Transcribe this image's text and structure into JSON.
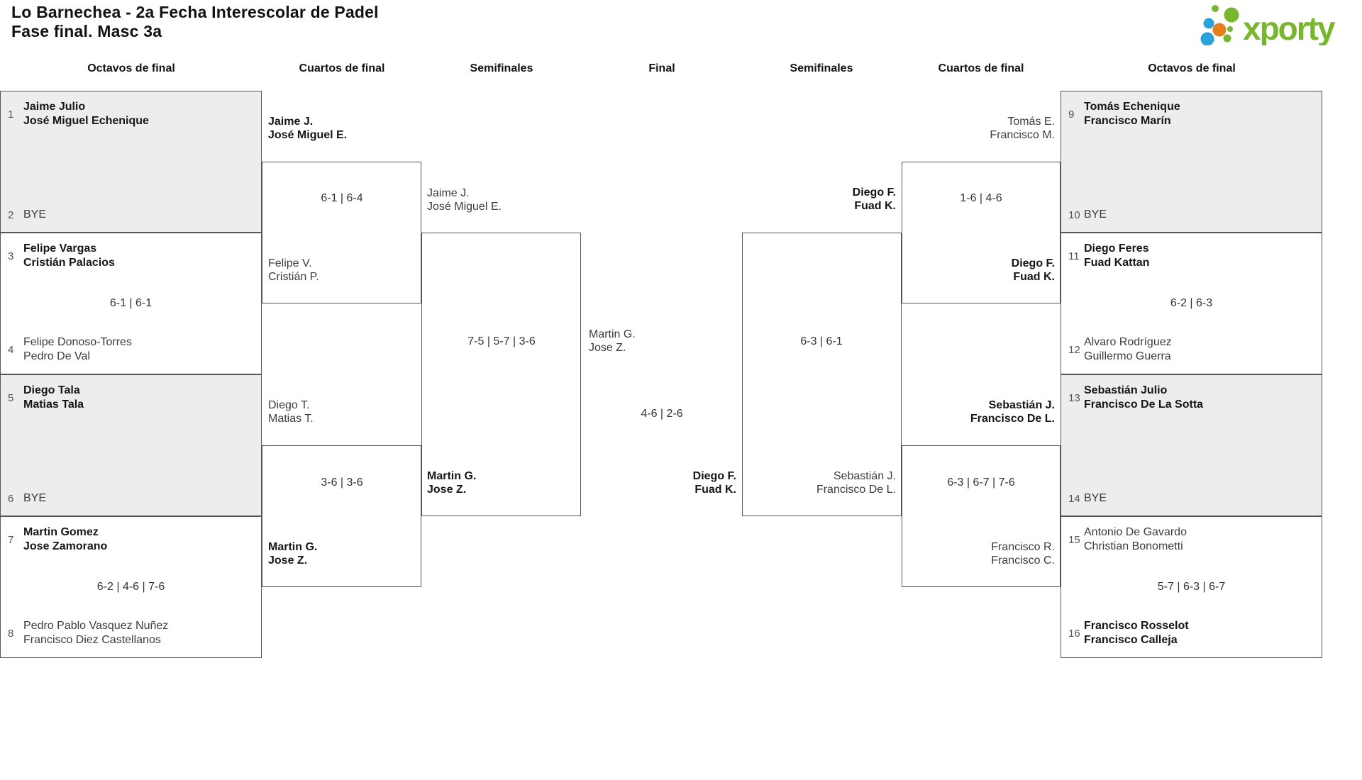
{
  "title": {
    "line1": "Lo Barnechea - 2a Fecha Interescolar de Padel",
    "line2": "Fase final. Masc 3a"
  },
  "logo": {
    "brand": "xporty",
    "colors": {
      "green": "#76b82a",
      "blue": "#29a3dc",
      "orange": "#e87e1b"
    }
  },
  "bracket": {
    "round_labels": [
      "Octavos de final",
      "Cuartos de final",
      "Semifinales",
      "Final",
      "Semifinales",
      "Cuartos de final",
      "Octavos de final"
    ],
    "first_round_left": [
      {
        "seed_top": "1",
        "team_top": [
          "Jaime Julio",
          "José Miguel Echenique"
        ],
        "weight_top": "bold",
        "seed_bottom": "2",
        "team_bottom": [
          "BYE"
        ],
        "weight_bottom": "normal",
        "score": ""
      },
      {
        "seed_top": "3",
        "team_top": [
          "Felipe Vargas",
          "Cristián Palacios"
        ],
        "weight_top": "bold",
        "seed_bottom": "4",
        "team_bottom": [
          "Felipe Donoso-Torres",
          "Pedro De Val"
        ],
        "weight_bottom": "normal",
        "score": "6-1 | 6-1"
      },
      {
        "seed_top": "5",
        "team_top": [
          "Diego Tala",
          "Matias Tala"
        ],
        "weight_top": "bold",
        "seed_bottom": "6",
        "team_bottom": [
          "BYE"
        ],
        "weight_bottom": "normal",
        "score": ""
      },
      {
        "seed_top": "7",
        "team_top": [
          "Martin Gomez",
          "Jose Zamorano"
        ],
        "weight_top": "bold",
        "seed_bottom": "8",
        "team_bottom": [
          "Pedro Pablo Vasquez Nuñez",
          "Francisco Diez Castellanos"
        ],
        "weight_bottom": "normal",
        "score": "6-2 | 4-6 | 7-6"
      }
    ],
    "first_round_right": [
      {
        "seed_top": "9",
        "team_top": [
          "Tomás Echenique",
          "Francisco Marín"
        ],
        "weight_top": "bold",
        "seed_bottom": "10",
        "team_bottom": [
          "BYE"
        ],
        "weight_bottom": "normal",
        "score": ""
      },
      {
        "seed_top": "11",
        "team_top": [
          "Diego Feres",
          "Fuad Kattan"
        ],
        "weight_top": "bold",
        "seed_bottom": "12",
        "team_bottom": [
          "Alvaro Rodríguez",
          "Guillermo Guerra"
        ],
        "weight_bottom": "normal",
        "score": "6-2 | 6-3"
      },
      {
        "seed_top": "13",
        "team_top": [
          "Sebastián Julio",
          "Francisco De La Sotta"
        ],
        "weight_top": "bold",
        "seed_bottom": "14",
        "team_bottom": [
          "BYE"
        ],
        "weight_bottom": "normal",
        "score": ""
      },
      {
        "seed_top": "15",
        "team_top": [
          "Antonio De Gavardo",
          "Christian Bonometti"
        ],
        "weight_top": "normal",
        "seed_bottom": "16",
        "team_bottom": [
          "Francisco Rosselot",
          "Francisco Calleja"
        ],
        "weight_bottom": "bold",
        "score": "5-7 | 6-3 | 6-7"
      }
    ],
    "quarters_left": [
      {
        "team_top": [
          "Jaime J.",
          "José Miguel E."
        ],
        "weight_top": "bold",
        "team_bottom": [
          "Felipe V.",
          "Cristián P."
        ],
        "weight_bottom": "normal",
        "score": "6-1 | 6-4"
      },
      {
        "team_top": [
          "Diego T.",
          "Matias T."
        ],
        "weight_top": "normal",
        "team_bottom": [
          "Martin G.",
          "Jose Z."
        ],
        "weight_bottom": "bold",
        "score": "3-6 | 3-6"
      }
    ],
    "quarters_right": [
      {
        "team_top": [
          "Tomás E.",
          "Francisco M."
        ],
        "weight_top": "normal",
        "team_bottom": [
          "Diego F.",
          "Fuad K."
        ],
        "weight_bottom": "bold",
        "score": "1-6 | 4-6"
      },
      {
        "team_top": [
          "Sebastián J.",
          "Francisco De L."
        ],
        "weight_top": "bold",
        "team_bottom": [
          "Francisco R.",
          "Francisco C."
        ],
        "weight_bottom": "normal",
        "score": "6-3 | 6-7 | 7-6"
      }
    ],
    "semifinal_left": {
      "team_top": [
        "Jaime J.",
        "José Miguel E."
      ],
      "weight_top": "normal",
      "team_bottom": [
        "Martin G.",
        "Jose Z."
      ],
      "weight_bottom": "bold",
      "score": "7-5 | 5-7 | 3-6"
    },
    "semifinal_right": {
      "team_top": [
        "Diego F.",
        "Fuad K."
      ],
      "weight_top": "bold",
      "team_bottom": [
        "Sebastián J.",
        "Francisco De L."
      ],
      "weight_bottom": "normal",
      "score": "6-3 | 6-1"
    },
    "final": {
      "team_left": [
        "Martin G.",
        "Jose Z."
      ],
      "weight_left": "normal",
      "team_right": [
        "Diego F.",
        "Fuad K."
      ],
      "weight_right": "bold",
      "score": "4-6 | 2-6"
    }
  }
}
